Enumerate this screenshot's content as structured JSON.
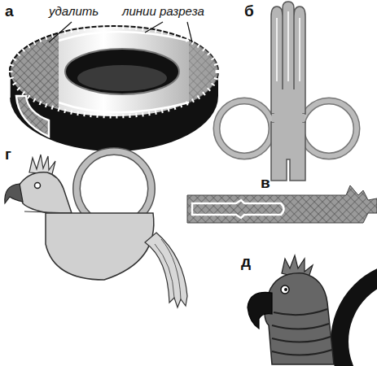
{
  "diagram": {
    "labels": [
      "а",
      "удалить",
      "линии разреза",
      "б",
      "в",
      "г",
      "д"
    ]
  }
}
